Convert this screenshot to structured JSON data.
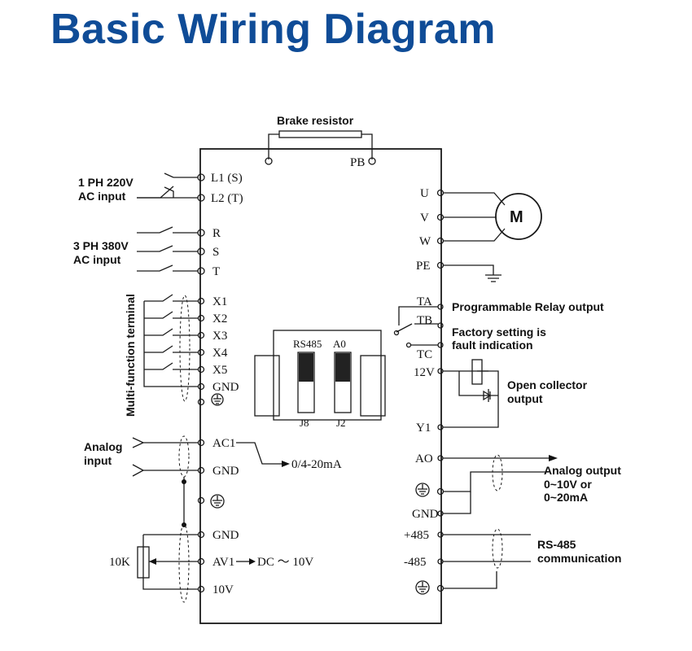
{
  "title": "Basic Wiring Diagram",
  "labels": {
    "brake_resistor": "Brake resistor",
    "pb": "PB",
    "ac220_line1": "1 PH 220V",
    "ac220_line2": "AC input",
    "ac380_line1": "3 PH 380V",
    "ac380_line2": "AC input",
    "multi_function": "Multi-function terminal",
    "analog_input_line1": "Analog",
    "analog_input_line2": "input",
    "pot": "10K",
    "ac1_range": "0/4-20mA",
    "av1_range": "DC ～ 10V",
    "relay_output": "Programmable Relay output",
    "factory_line1": "Factory setting is",
    "factory_line2": "fault indication",
    "oc_line1": "Open collector",
    "oc_line2": "output",
    "ao_line1": "Analog output",
    "ao_line2": "0~10V or",
    "ao_line3": "0~20mA",
    "rs485_line1": "RS-485",
    "rs485_line2": "communication",
    "motor": "M",
    "sw_rs485": "RS485",
    "sw_a0": "A0",
    "sw_j8": "J8",
    "sw_j2": "J2"
  },
  "terminals_left": {
    "l1": "L1 (S)",
    "l2": "L2 (T)",
    "r": "R",
    "s": "S",
    "t": "T",
    "x1": "X1",
    "x2": "X2",
    "x3": "X3",
    "x4": "X4",
    "x5": "X5",
    "gnd1": "GND",
    "ac1": "AC1",
    "gnd2": "GND",
    "gnd3": "GND",
    "av1": "AV1",
    "v10": "10V"
  },
  "terminals_right": {
    "u": "U",
    "v": "V",
    "w": "W",
    "pe": "PE",
    "ta": "TA",
    "tb": "TB",
    "tc": "TC",
    "v12": "12V",
    "y1": "Y1",
    "ao": "AO",
    "gnd": "GND",
    "p485": "+485",
    "n485": "-485"
  }
}
